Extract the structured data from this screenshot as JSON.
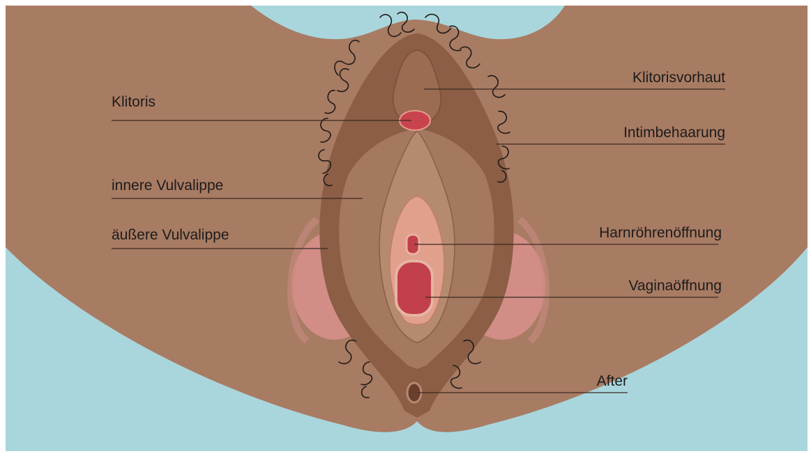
{
  "labels": {
    "clitoris": "Klitoris",
    "clitoral_hood": "Klitorisvorhaut",
    "pubic_hair": "Intimbehaarung",
    "inner_lip": "innere Vulvalippe",
    "outer_lip": "äußere Vulvalippe",
    "urethral_opening": "Harnröhrenöffnung",
    "vaginal_opening": "Vaginaöffnung",
    "anus": "After"
  },
  "colors": {
    "background": "#a9d6dc",
    "skin": "#a87b63",
    "outer_lip": "#8b5e45",
    "inner_area": "#a57860",
    "inner_lip": "#b58a6f",
    "vestibule": "#d99a86",
    "opening": "#c14049",
    "clitoris": "#c9434f",
    "gland_pink": "#d98f8a",
    "hair": "#1f1a17"
  }
}
